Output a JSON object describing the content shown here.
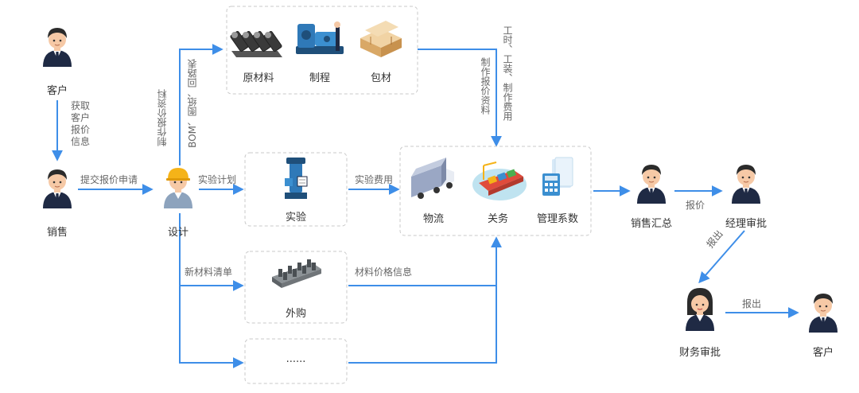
{
  "nodes": {
    "customer_top": "客户",
    "sales": "销售",
    "design": "设计",
    "raw_material": "原材料",
    "process": "制程",
    "packaging": "包材",
    "experiment": "实验",
    "purchase": "外购",
    "ellipsis": "......",
    "logistics": "物流",
    "customs": "关务",
    "management": "管理系数",
    "sales_summary": "销售汇总",
    "manager_review": "经理审批",
    "finance_review": "财务审批",
    "customer_end": "客户"
  },
  "edges": {
    "get_customer_info": [
      "获取",
      "客户",
      "报价",
      "信息"
    ],
    "submit_quote": "提交报价申请",
    "to_materials_line1": "制作报价资料",
    "to_materials_line2": "BOM、图纸、回路表",
    "from_materials_line1": "工时、工装、制作费用",
    "from_materials_line2": "制作报价资料",
    "experiment_plan": "实验计划",
    "experiment_cost": "实验费用",
    "new_material_list": "新材料清单",
    "material_price": "材料价格信息",
    "quote": "报价",
    "report_out_1": "报出",
    "report_out_2": "报出"
  },
  "colors": {
    "arrow": "#3e8ee8",
    "box_border": "#c9c9c9",
    "text": "#333333",
    "edge_text": "#666666",
    "helmet": "#f5b318",
    "suit": "#1f2a44"
  },
  "icons": [
    "customer-avatar-icon",
    "sales-avatar-icon",
    "designer-avatar-icon",
    "raw-material-pipes-icon",
    "process-machine-icon",
    "packaging-boxes-icon",
    "experiment-machine-icon",
    "purchase-parts-icon",
    "logistics-truck-icon",
    "customs-ship-icon",
    "management-calculator-icon",
    "female-avatar-icon"
  ]
}
